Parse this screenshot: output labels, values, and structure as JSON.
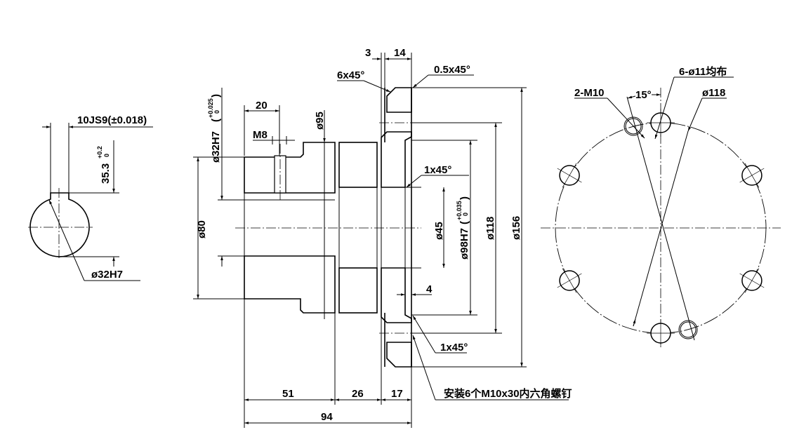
{
  "drawing": {
    "key_view": {
      "keyway_width": "10JS9(±0.018)",
      "keyway_depth": "35.3",
      "keyway_depth_tol_upper": "+0.2",
      "keyway_depth_tol_lower": "0",
      "bore": "ø32H7"
    },
    "section_view": {
      "bore_fit": "ø32H7",
      "bore_tol_upper": "+0.025",
      "bore_tol_lower": "0",
      "hub_od": "ø80",
      "tap_width": "20",
      "tap_thread": "M8",
      "dia_95": "ø95",
      "flange_gap": "3",
      "flange_thickness": "14",
      "chamfer_6": "6x45°",
      "chamfer_05": "0.5x45°",
      "chamfer_1_top": "1x45°",
      "chamfer_1_bottom": "1x45°",
      "dia_45": "ø45",
      "dia_98": "ø98H7",
      "dia_98_tol_upper": "+0.035",
      "dia_98_tol_lower": "0",
      "dia_118": "ø118",
      "dia_156": "ø156",
      "step_4": "4",
      "len_51": "51",
      "len_26": "26",
      "len_17": "17",
      "len_94": "94",
      "note": "安装6个M10x30内六角螺钉"
    },
    "end_view": {
      "threaded_holes": "2-M10",
      "angle": "15°",
      "clearance_holes": "6-ø11均布",
      "pcd": "ø118"
    }
  }
}
